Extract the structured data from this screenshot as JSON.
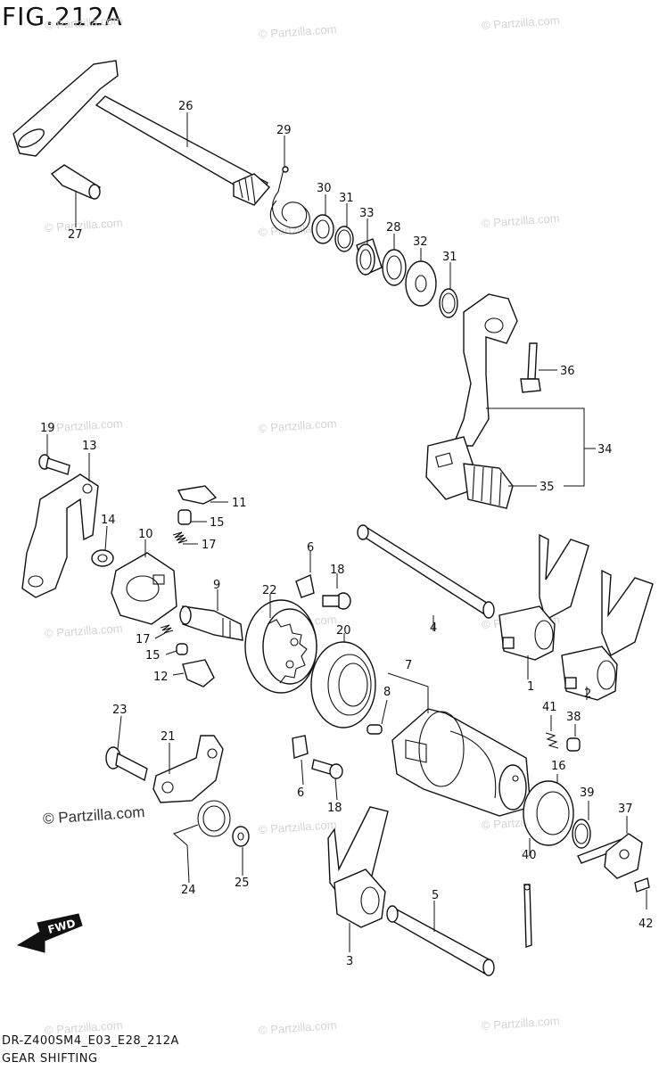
{
  "figure": {
    "title": "FIG.212A",
    "code": "DR-Z400SM4_E03_E28_212A",
    "name": "GEAR SHIFTING"
  },
  "watermark": {
    "text": "© Partzilla.com"
  },
  "parts": [
    {
      "id": "p1",
      "label": "1"
    },
    {
      "id": "p2",
      "label": "2"
    },
    {
      "id": "p3",
      "label": "3"
    },
    {
      "id": "p4",
      "label": "4"
    },
    {
      "id": "p5",
      "label": "5"
    },
    {
      "id": "p6a",
      "label": "6"
    },
    {
      "id": "p6b",
      "label": "6"
    },
    {
      "id": "p7",
      "label": "7"
    },
    {
      "id": "p8",
      "label": "8"
    },
    {
      "id": "p9",
      "label": "9"
    },
    {
      "id": "p10",
      "label": "10"
    },
    {
      "id": "p11",
      "label": "11"
    },
    {
      "id": "p12",
      "label": "12"
    },
    {
      "id": "p13",
      "label": "13"
    },
    {
      "id": "p14",
      "label": "14"
    },
    {
      "id": "p15a",
      "label": "15"
    },
    {
      "id": "p15b",
      "label": "15"
    },
    {
      "id": "p16",
      "label": "16"
    },
    {
      "id": "p17a",
      "label": "17"
    },
    {
      "id": "p17b",
      "label": "17"
    },
    {
      "id": "p18a",
      "label": "18"
    },
    {
      "id": "p18b",
      "label": "18"
    },
    {
      "id": "p19",
      "label": "19"
    },
    {
      "id": "p20",
      "label": "20"
    },
    {
      "id": "p21",
      "label": "21"
    },
    {
      "id": "p22",
      "label": "22"
    },
    {
      "id": "p23",
      "label": "23"
    },
    {
      "id": "p24",
      "label": "24"
    },
    {
      "id": "p25",
      "label": "25"
    },
    {
      "id": "p26",
      "label": "26"
    },
    {
      "id": "p27",
      "label": "27"
    },
    {
      "id": "p28",
      "label": "28"
    },
    {
      "id": "p29",
      "label": "29"
    },
    {
      "id": "p30",
      "label": "30"
    },
    {
      "id": "p31a",
      "label": "31"
    },
    {
      "id": "p31b",
      "label": "31"
    },
    {
      "id": "p32",
      "label": "32"
    },
    {
      "id": "p33",
      "label": "33"
    },
    {
      "id": "p34",
      "label": "34"
    },
    {
      "id": "p35",
      "label": "35"
    },
    {
      "id": "p36",
      "label": "36"
    },
    {
      "id": "p37",
      "label": "37"
    },
    {
      "id": "p38",
      "label": "38"
    },
    {
      "id": "p39",
      "label": "39"
    },
    {
      "id": "p40",
      "label": "40"
    },
    {
      "id": "p41",
      "label": "41"
    },
    {
      "id": "p42",
      "label": "42"
    }
  ],
  "fwd_badge": "FWD"
}
